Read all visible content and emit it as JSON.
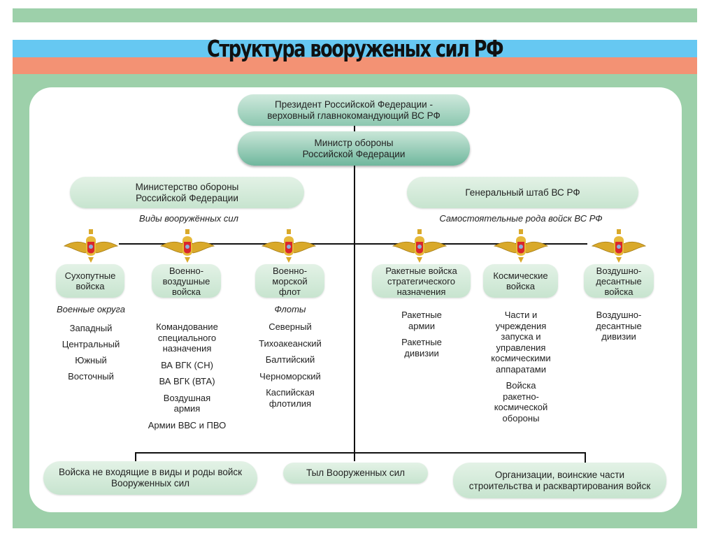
{
  "title": "Структура вооруженых сил РФ",
  "colors": {
    "frame": "#9dd0aa",
    "blue": "#66c8f2",
    "red": "#f39274",
    "node": "#c7e4cf"
  },
  "top": {
    "president": "Президент Российской Федерации - верховный главнокомандующий ВС РФ",
    "minister": "Министр обороны Российской Федерации"
  },
  "left": {
    "header": "Министерство обороны Российской Федерации",
    "category": "Виды вооружённых сил",
    "branches": [
      {
        "name": "Сухопутные войска",
        "subtitle": "Военные округа",
        "items": [
          "Западный",
          "Центральный",
          "Южный",
          "Восточный"
        ]
      },
      {
        "name": "Военно-воздушные войска",
        "subtitle": "",
        "items": [
          "Командование специального назначения",
          "ВА ВГК (СН)",
          "ВА ВГК (ВТА)",
          "Воздушная армия",
          "Армии ВВС и ПВО"
        ]
      },
      {
        "name": "Военно-морской флот",
        "subtitle": "Флоты",
        "items": [
          "Северный",
          "Тихоакеанский",
          "Балтийский",
          "Черноморский",
          "Каспийская флотилия"
        ]
      }
    ]
  },
  "right": {
    "header": "Генеральный штаб ВС РФ",
    "category": "Самостоятельные рода войск ВС РФ",
    "branches": [
      {
        "name": "Ракетные войска стратегического назначения",
        "items": [
          "Ракетные армии",
          "Ракетные дивизии"
        ]
      },
      {
        "name": "Космические войска",
        "items": [
          "Части и учреждения запуска и управления космическими аппаратами",
          "Войска ракетно-космической обороны"
        ]
      },
      {
        "name": "Воздушно-десантные войска",
        "items": [
          "Воздушно-десантные дивизии"
        ]
      }
    ]
  },
  "bottom": [
    "Войска не входящие в виды и роды войск Вооруженных сил",
    "Тыл Вооруженных сил",
    "Организации, воинские части строительства и расквартирования войск"
  ]
}
